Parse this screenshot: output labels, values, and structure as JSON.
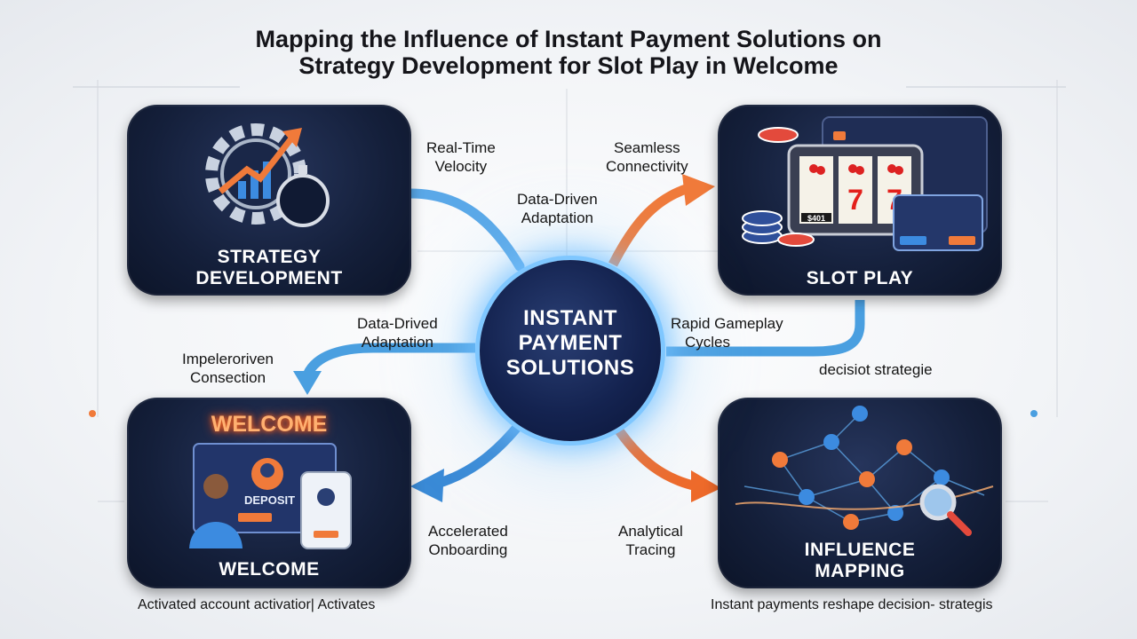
{
  "title": {
    "line1": "Mapping the Influence of Instant Payment Solutions on",
    "line2": "Strategy Development for Slot Play in Welcome"
  },
  "hub": {
    "line1": "INSTANT",
    "line2": "PAYMENT",
    "line3": "SOLUTIONS"
  },
  "cards": {
    "strategy": {
      "line1": "STRATEGY",
      "line2": "DEVELOPMENT"
    },
    "slot": {
      "label": "SLOT PLAY",
      "reel_symbols": [
        "7",
        "7"
      ],
      "screen_label": "$401"
    },
    "welcome": {
      "label": "WELCOME",
      "neon": "WELCOME",
      "deposit": "DEPOSIT"
    },
    "influence": {
      "line1": "INFLUENCE",
      "line2": "MAPPING"
    }
  },
  "connectors": {
    "realtime": [
      "Real-Time",
      "Velocity"
    ],
    "seamless": [
      "Seamless",
      "Connectivity"
    ],
    "datadriven": [
      "Data-Driven",
      "Adaptation"
    ],
    "datadrived": [
      "Data-Drived",
      "Adaptation"
    ],
    "rapid": [
      "Rapid Gameplay",
      "Cycles"
    ],
    "impeler": [
      "Impeleroriven",
      "Consection"
    ],
    "decisiot": "decisiot strategie",
    "accelerated": [
      "Accelerated",
      "Onboarding"
    ],
    "analytical": [
      "Analytical",
      "Tracing"
    ]
  },
  "captions": {
    "left": "Activated account activatior| Activates",
    "right": "Instant payments reshape decision- strategis"
  },
  "colors": {
    "card_bg": "#141f3a",
    "hub_glow": "#7fc7ff",
    "arrow_blue": "#4a9fe0",
    "arrow_orange": "#f07a3a"
  }
}
